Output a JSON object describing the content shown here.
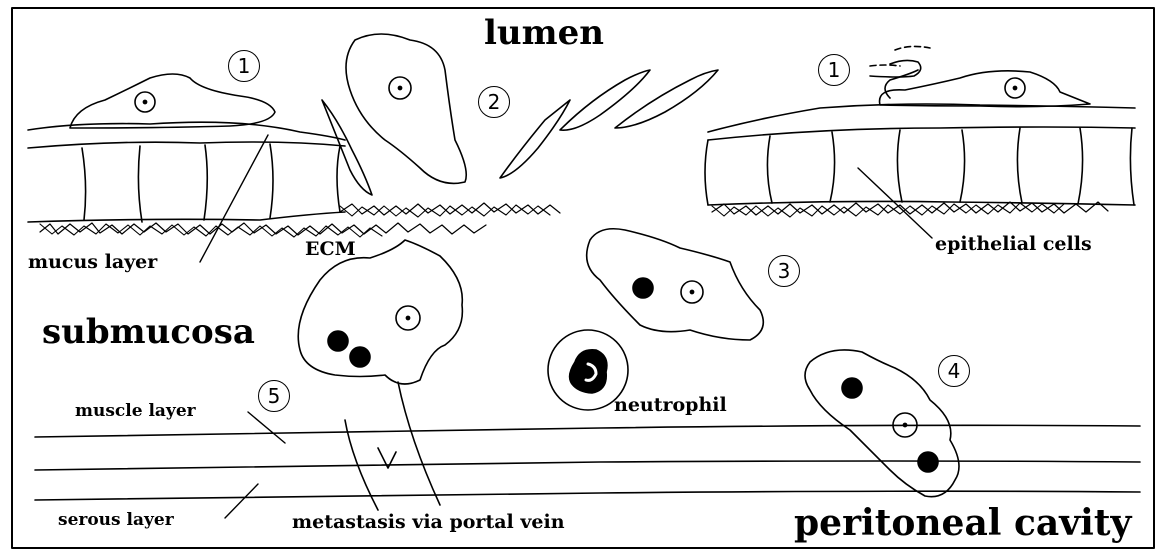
{
  "labels": {
    "lumen": "lumen",
    "submucosa": "submucosa",
    "peritoneal_cavity": "peritoneal cavity",
    "ecm": "ECM",
    "mucus_layer": "mucus layer",
    "epithelial_cells": "epithelial cells",
    "neutrophil": "neutrophil",
    "muscle_layer": "muscle layer",
    "serous_layer": "serous layer",
    "metastasis": "metastasis via portal vein"
  },
  "markers": [
    "1",
    "2",
    "3",
    "4",
    "5",
    "1"
  ],
  "colors": {
    "ink": "#000000",
    "background": "#ffffff"
  }
}
